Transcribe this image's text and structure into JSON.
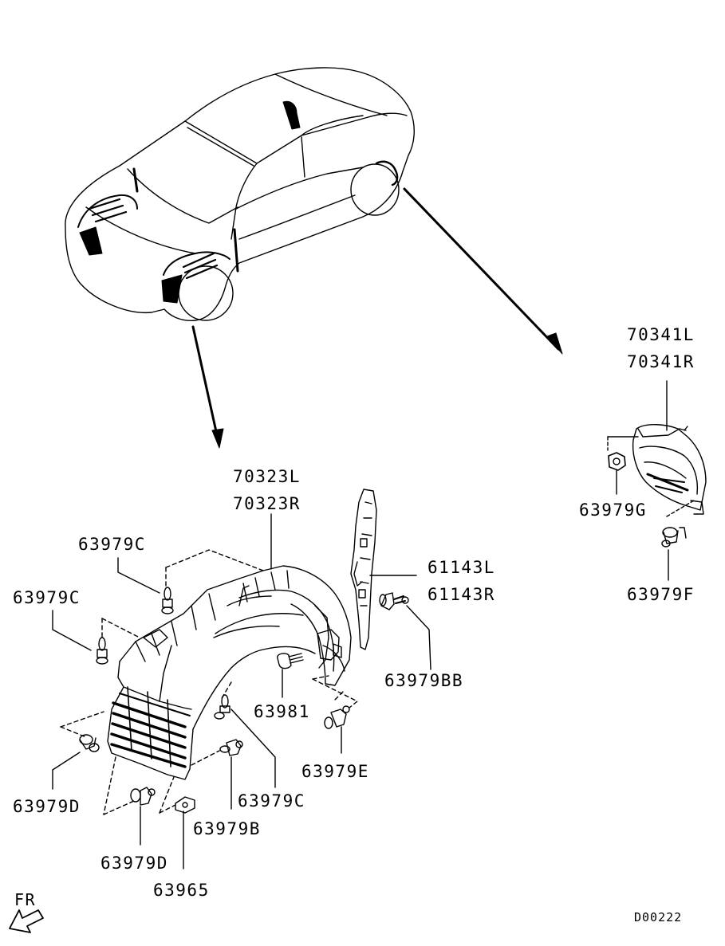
{
  "diagram": {
    "labels": {
      "p70341L": "70341L",
      "p70341R": "70341R",
      "p63979G": "63979G",
      "p63979F": "63979F",
      "p70323L": "70323L",
      "p70323R": "70323R",
      "p61143L": "61143L",
      "p61143R": "61143R",
      "p63979C_a": "63979C",
      "p63979C_b": "63979C",
      "p63979BB": "63979BB",
      "p63981": "63981",
      "p63979E": "63979E",
      "p63979D_a": "63979D",
      "p63979C_c": "63979C",
      "p63979B": "63979B",
      "p63979D_b": "63979D",
      "p63965": "63965",
      "fr": "FR",
      "code": "D00222"
    }
  }
}
